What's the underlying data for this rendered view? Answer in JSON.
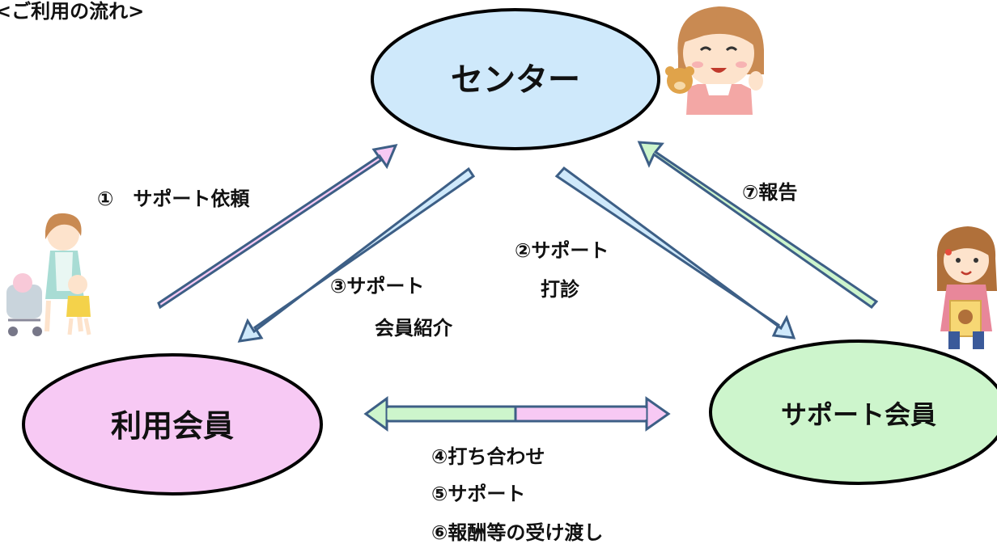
{
  "title": "<ご利用の流れ>",
  "nodes": {
    "center": "センター",
    "user": "利用会員",
    "supporter": "サポート会員"
  },
  "steps": {
    "s1": "①　サポート依頼",
    "s2_line1": "②サポート",
    "s2_line2": "打診",
    "s3_line1": "③サポート",
    "s3_line2": "会員紹介",
    "s4": "④打ち合わせ",
    "s5": "⑤サポート",
    "s6": "⑥報酬等の受け渡し",
    "s7": "⑦報告"
  },
  "colors": {
    "blue_fill": "#cfe9fb",
    "pink_fill": "#f7c9f4",
    "green_fill": "#cdf5cc",
    "stroke": "#3d5f86",
    "ellipse_stroke": "#000000"
  }
}
